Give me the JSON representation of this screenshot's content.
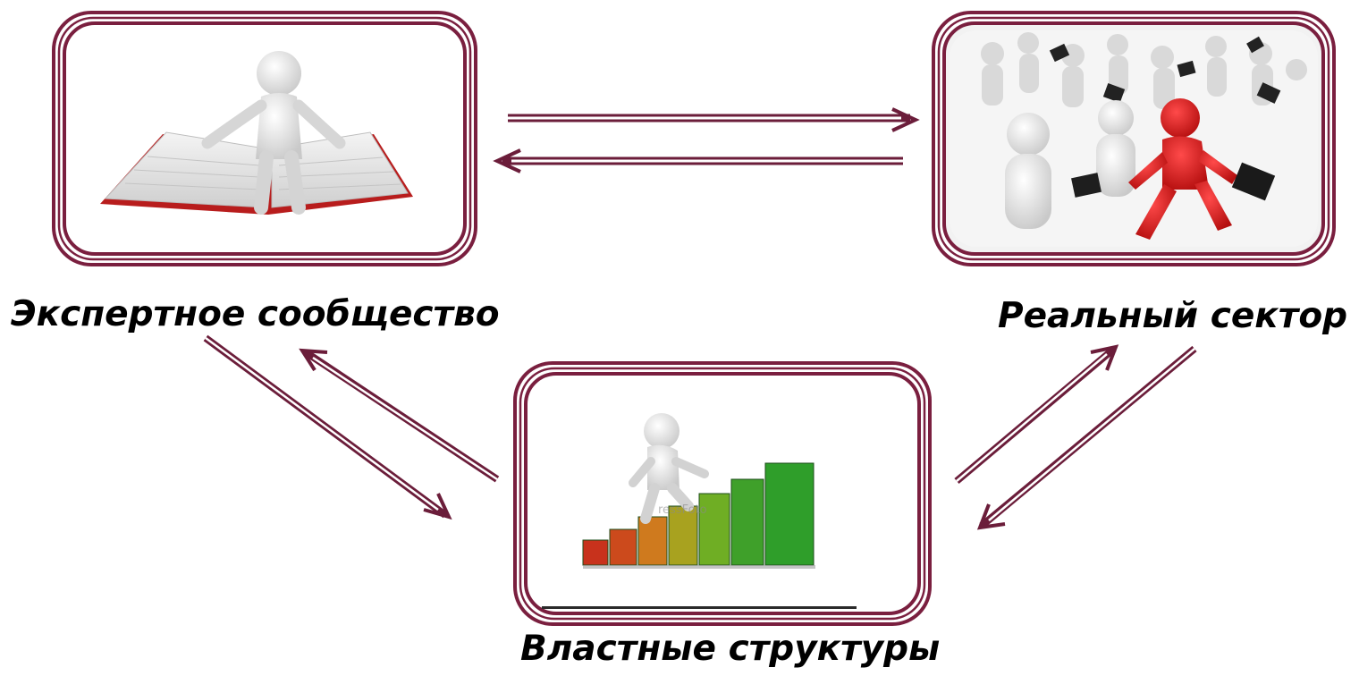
{
  "nodes": [
    {
      "id": "expert",
      "label": "Экспертное сообщество",
      "image": "person-on-open-book"
    },
    {
      "id": "real",
      "label": "Реальный сектор",
      "image": "red-businessman-leading-crowd"
    },
    {
      "id": "power",
      "label": "Властные структуры",
      "image": "person-climbing-growth-bar-chart"
    }
  ],
  "connections": [
    {
      "from": "expert",
      "to": "real"
    },
    {
      "from": "real",
      "to": "expert"
    },
    {
      "from": "expert",
      "to": "power"
    },
    {
      "from": "power",
      "to": "expert"
    },
    {
      "from": "power",
      "to": "real"
    },
    {
      "from": "real",
      "to": "power"
    }
  ],
  "watermark": "ressFoto",
  "colors": {
    "frame": "#7a1f3f",
    "arrow": "#6b1d3a",
    "label": "#000000",
    "chart_red": "#c8321c",
    "chart_green": "#2f9e2a",
    "accent_red": "#d81b1b"
  }
}
